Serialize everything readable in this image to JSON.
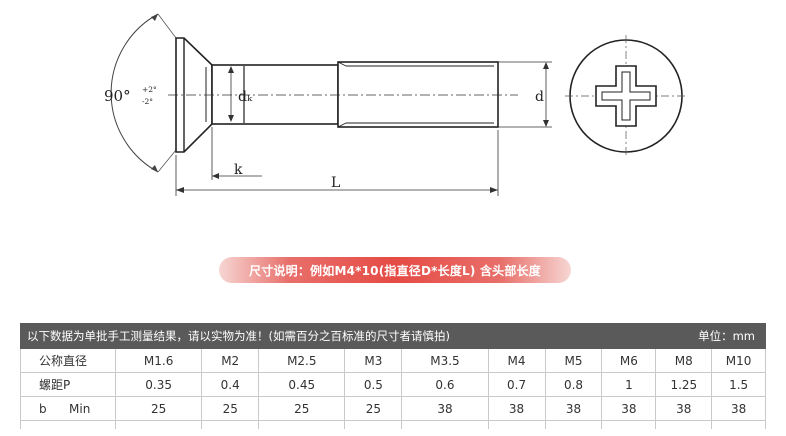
{
  "diagram": {
    "angle_label": "90°",
    "tol_plus": "+2°",
    "tol_minus": "-2°",
    "dk_label": "dₖ",
    "d_label": "d",
    "k_label": "k",
    "L_label": "L"
  },
  "banner": "尺寸说明：例如M4*10(指直径D*长度L) 含头部长度",
  "table": {
    "note": "以下数据为单批手工测量结果，请以实物为准！(如需百分之百标准的尺寸者请慎拍)",
    "unit": "单位：mm",
    "rows": [
      {
        "label": "公称直径",
        "values": [
          "M1.6",
          "M2",
          "M2.5",
          "M3",
          "M3.5",
          "M4",
          "M5",
          "M6",
          "M8",
          "M10"
        ]
      },
      {
        "label": "螺距P",
        "values": [
          "0.35",
          "0.4",
          "0.45",
          "0.5",
          "0.6",
          "0.7",
          "0.8",
          "1",
          "1.25",
          "1.5"
        ]
      },
      {
        "label": "b",
        "label2": "Min",
        "values": [
          "25",
          "25",
          "25",
          "25",
          "38",
          "38",
          "38",
          "38",
          "38",
          "38"
        ]
      }
    ]
  }
}
